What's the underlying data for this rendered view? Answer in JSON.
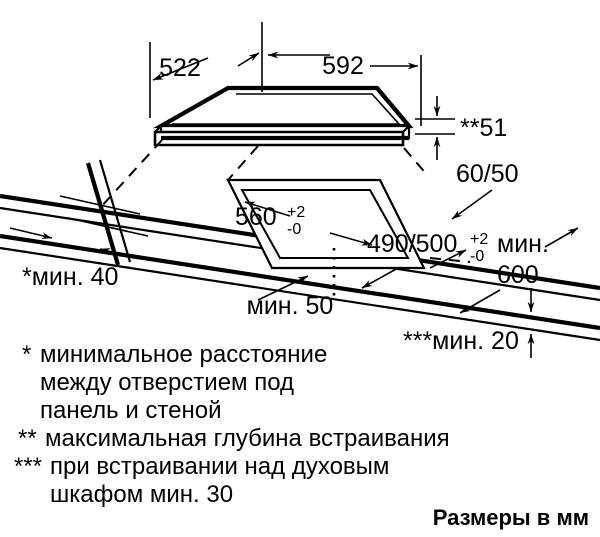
{
  "document": {
    "kind": "technical-installation-drawing",
    "subject": "Built-in cooktop cut-out dimensions",
    "units_note": "Размеры в мм"
  },
  "dimensions": {
    "appliance_depth": "522",
    "appliance_width": "592",
    "build_in_depth": "**51",
    "worktop_thickness_options": "60/50",
    "cutout_width": "560",
    "cutout_width_tol_upper": "+2",
    "cutout_width_tol_lower": "-0",
    "cutout_depth": "490/500",
    "cutout_depth_tol_upper": "+2",
    "cutout_depth_tol_lower": "-0",
    "worktop_min_depth_label": "мин.",
    "worktop_min_depth_value": "600",
    "min_wall_distance": "*мин. 40",
    "min_front_distance": "мин. 50",
    "min_bottom_clearance": "***мин. 20"
  },
  "footnotes": [
    {
      "marker": "*",
      "lines": [
        "минимальное расстояние",
        "между отверстием под",
        "панель и стеной"
      ]
    },
    {
      "marker": "**",
      "lines": [
        "максимальная глубина встраивания"
      ]
    },
    {
      "marker": "***",
      "lines": [
        "при встраивании над духовым",
        "шкафом мин. 30"
      ]
    }
  ],
  "footnote_flat": {
    "f1_marker": "*",
    "f1_l1": "минимальное расстояние",
    "f1_l2": "между отверстием под",
    "f1_l3": "панель и стеной",
    "f2_marker": "**",
    "f2_l1": "максимальная глубина встраивания",
    "f3_marker": "***",
    "f3_l1": "при встраивании над духовым",
    "f3_l2": "шкафом мин. 30"
  },
  "colors": {
    "ink": "#000000",
    "paper": "#ffffff"
  }
}
